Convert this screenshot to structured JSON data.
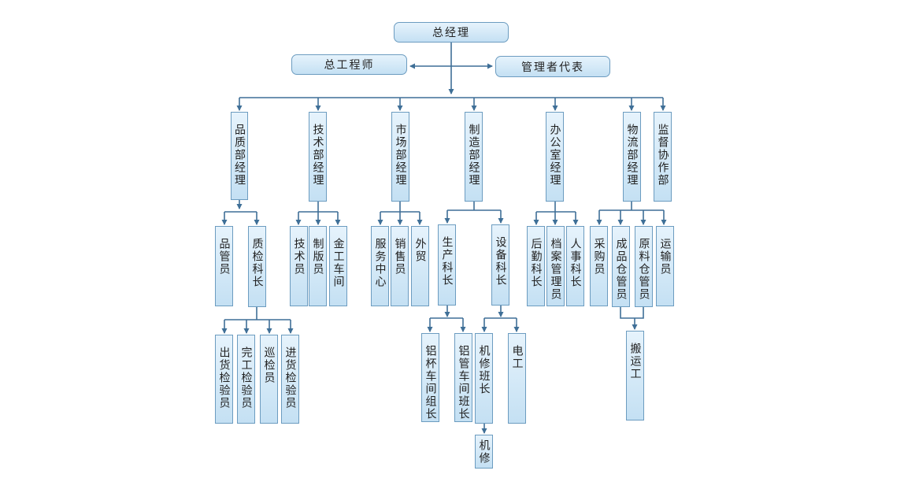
{
  "colors": {
    "line": "#3f6f97",
    "box_border": "#6c9cc0",
    "box_fill_top": "#e6f3fc",
    "box_fill_bottom": "#c4e0f3"
  },
  "top": {
    "general_manager": "总经理",
    "chief_engineer": "总工程师",
    "management_representative": "管理者代表"
  },
  "departments": {
    "quality": "品质部经理",
    "technology": "技术部经理",
    "market": "市场部经理",
    "manufacturing": "制造部经理",
    "office": "办公室经理",
    "logistics": "物流部经理",
    "supervision": "监督协作部"
  },
  "staff": {
    "quality_keeper": "品管员",
    "qc_section_chief": "质检科长",
    "technician": "技术员",
    "plate_maker": "制版员",
    "metal_workshop": "金工车间",
    "service_center": "服务中心",
    "salesperson": "销售员",
    "foreign_trade": "外贸",
    "production_chief": "生产科长",
    "equipment_chief": "设备科长",
    "logistics_chief": "后勤科长",
    "archives_manager": "档案管理员",
    "hr_chief": "人事科长",
    "buyer": "采购员",
    "finished_goods_keeper": "成品仓管员",
    "raw_material_keeper": "原料仓管员",
    "transporter": "运输员"
  },
  "third_level": {
    "outgoing_inspector": "出货检验员",
    "completion_inspector": "完工检验员",
    "patrol_inspector": "巡检员",
    "incoming_inspector": "进货检验员",
    "al_cup_leader": "铝杯车间组长",
    "al_tube_leader": "铝管车间班长",
    "repair_team_leader": "机修班长",
    "electrician": "电工",
    "porter": "搬运工"
  },
  "fourth_level": {
    "mechanic": "机修"
  }
}
